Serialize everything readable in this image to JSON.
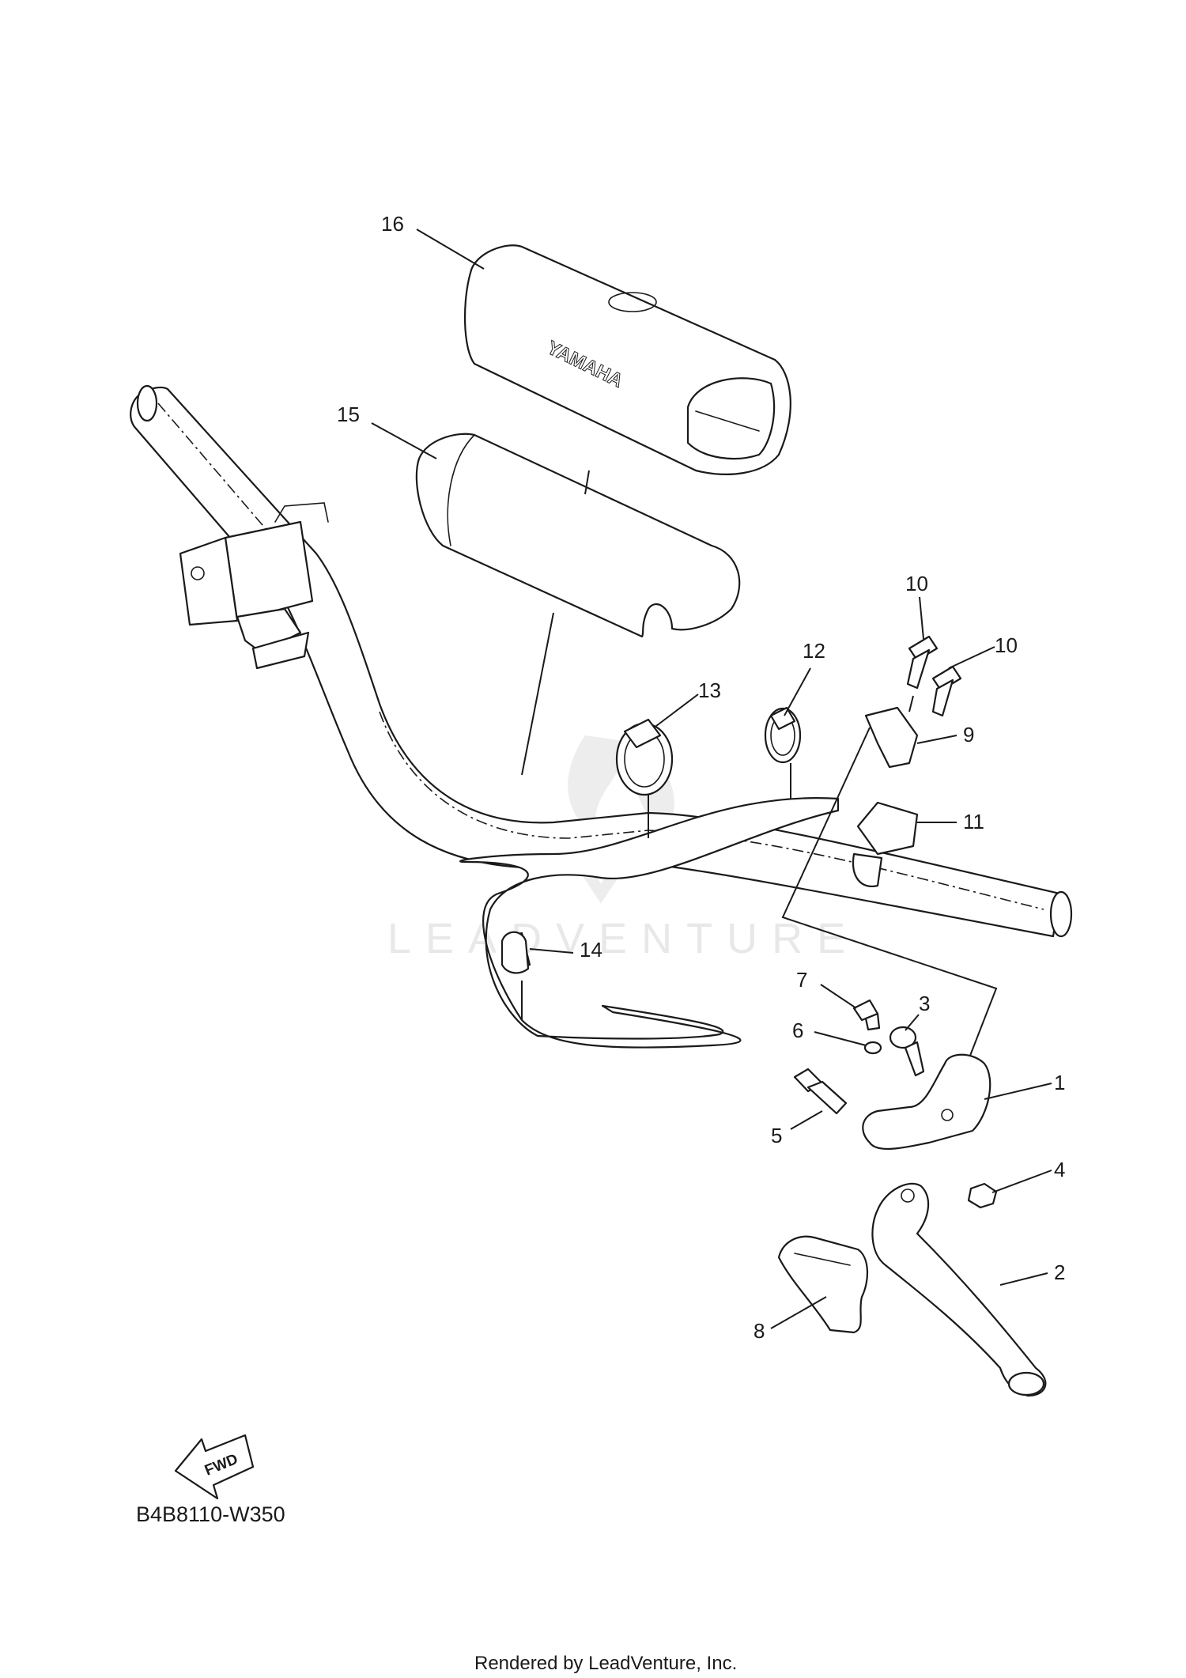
{
  "diagram": {
    "code": "B4B8110-W350",
    "footer": "Rendered by LeadVenture, Inc.",
    "watermark": "LEADVENTURE",
    "fwd_label": "FWD",
    "brand_text": "YAMAHA",
    "callouts": [
      "1",
      "2",
      "3",
      "4",
      "5",
      "6",
      "7",
      "8",
      "9",
      "10",
      "10",
      "11",
      "12",
      "13",
      "14",
      "15",
      "16"
    ]
  }
}
